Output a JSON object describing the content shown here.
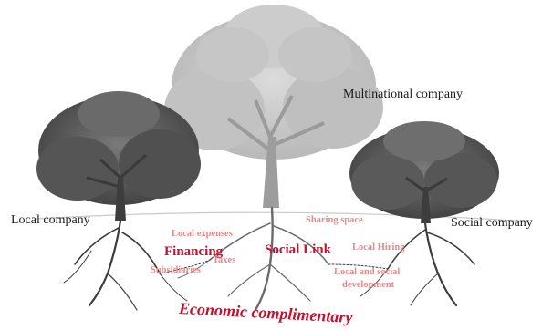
{
  "trees": {
    "center": "Multinational company",
    "left": "Local company",
    "right": "Social company"
  },
  "links": {
    "financing": "Financing",
    "social_link": "Social Link",
    "economic": "Economic complimentary"
  },
  "root_items": {
    "local_expenses": "Local expenses",
    "taxes": "Taxes",
    "subsidiaries": "Subsidiaries",
    "sharing_space": "Sharing space",
    "local_hiring": "Local Hiring",
    "local_social_dev_line1": "Local and social",
    "local_social_dev_line2": "development"
  },
  "colors": {
    "strong_red": "#c8102e",
    "soft_red": "#e58a8a",
    "center_tree": "#9a9a9a",
    "side_tree": "#4a4a4a"
  }
}
